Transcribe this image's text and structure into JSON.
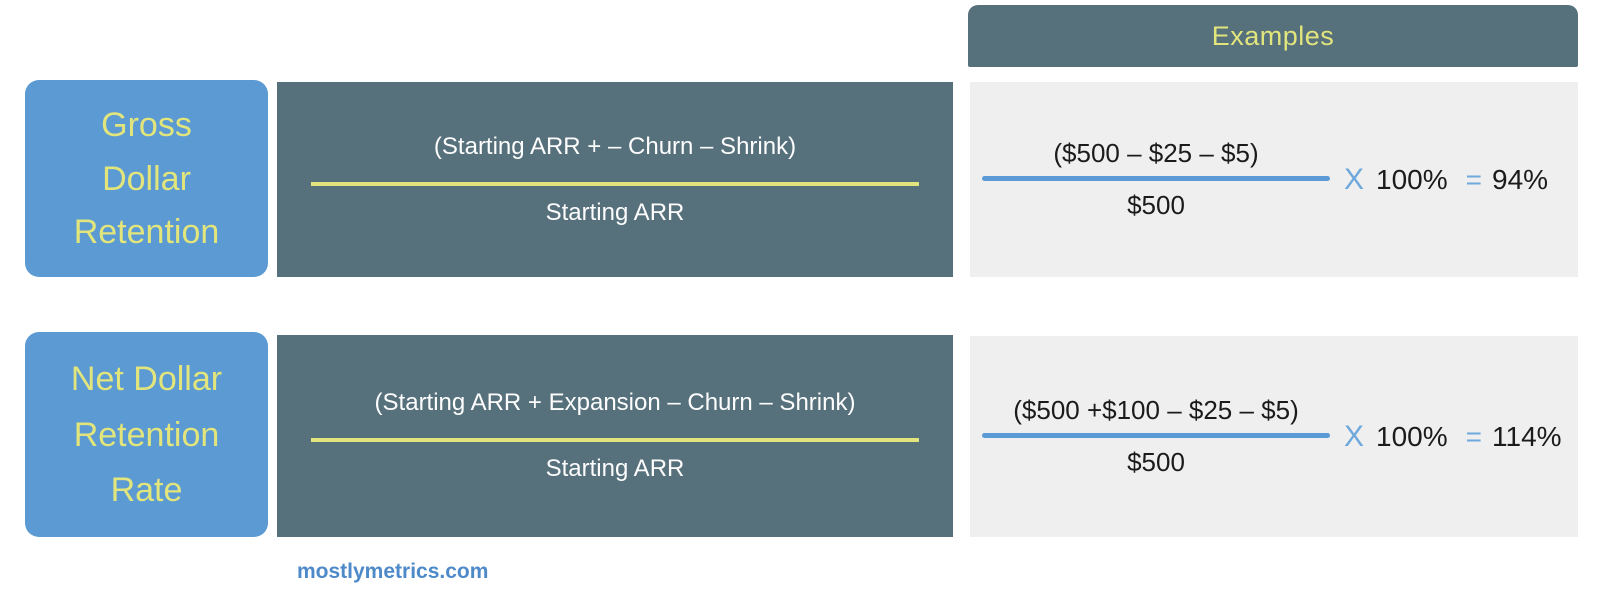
{
  "page": {
    "background": "#ffffff",
    "footer_link": "mostlymetrics.com"
  },
  "colors": {
    "slate_box": "#56707c",
    "blue_label_box": "#5b9ad3",
    "yellow_text": "#e2e57c",
    "example_background": "#efefef",
    "fraction_line_blue": "#5b9bd5",
    "operator_blue": "#6fa8dc",
    "body_text": "#1b1b1b",
    "footer_blue": "#4e8ac9"
  },
  "examples_header": {
    "label": "Examples"
  },
  "rows": [
    {
      "label_lines": [
        "Gross",
        "Dollar",
        "Retention"
      ],
      "formula": {
        "numerator": "(Starting ARR + – Churn – Shrink)",
        "denominator": "Starting ARR"
      },
      "example": {
        "numerator": "($500 – $25 – $5)",
        "denominator": "$500",
        "multiplier": "X",
        "factor": "100%",
        "equals": "=",
        "result": "94%"
      }
    },
    {
      "label_lines": [
        "Net Dollar",
        "Retention",
        "Rate"
      ],
      "formula": {
        "numerator": "(Starting ARR + Expansion – Churn – Shrink)",
        "denominator": "Starting ARR"
      },
      "example": {
        "numerator": "($500 +$100 – $25 – $5)",
        "denominator": "$500",
        "multiplier": "X",
        "factor": "100%",
        "equals": "=",
        "result": "114%"
      }
    }
  ]
}
